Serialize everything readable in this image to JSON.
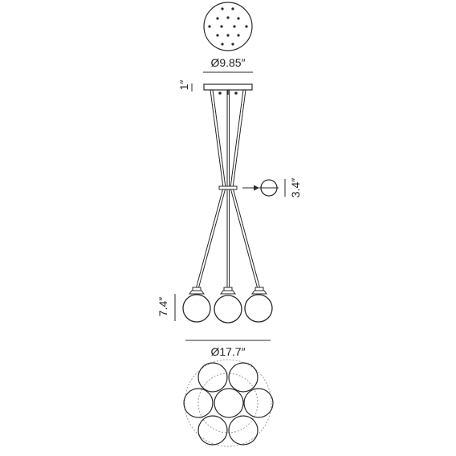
{
  "dimensions": {
    "canopy_diameter": "Ø9.85″",
    "canopy_height": "1″",
    "ring_diameter": "3.4″",
    "globe_height": "7.4″",
    "overall_diameter": "Ø17.7″"
  },
  "colors": {
    "line": "#2a2a2a",
    "dashed_guide": "#9a9a9a",
    "background": "#ffffff"
  }
}
